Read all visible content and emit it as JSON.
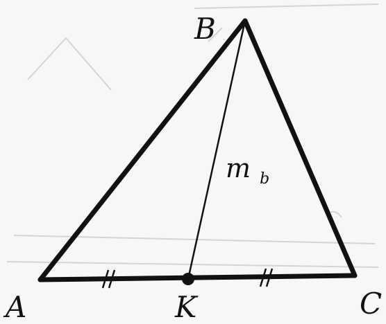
{
  "figure": {
    "vertices": {
      "a": "A",
      "b": "B",
      "c": "C",
      "k": "K"
    },
    "median_label": {
      "main": "m",
      "subscript": "b"
    },
    "equal_segment_marks": "//",
    "colors": {
      "ink": "#111111",
      "paper": "#f7f7f6",
      "bleed_through": "#c9cacb"
    }
  }
}
